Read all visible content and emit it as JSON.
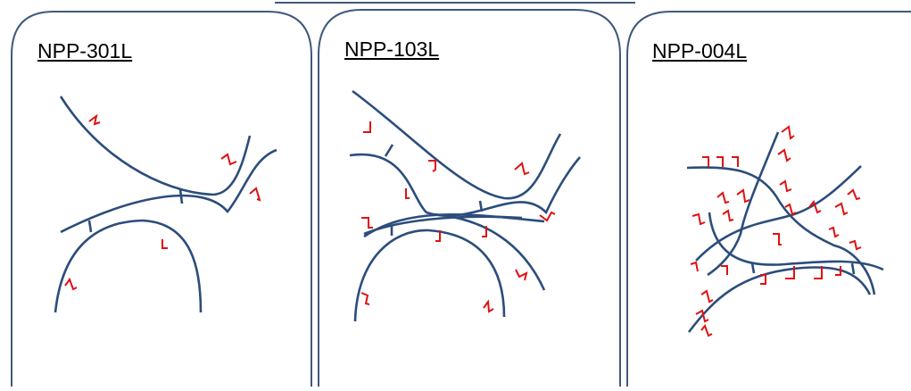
{
  "panels": [
    {
      "label": "NPP-301L"
    },
    {
      "label": "NPP-103L"
    },
    {
      "label": "NPP-004L"
    }
  ],
  "colors": {
    "frame": "#41587a",
    "fiber": "#2c4d7c",
    "branch": "#e01010",
    "background": "#ffffff"
  },
  "icons": {
    "branch_marker": "red-bracket-branch"
  }
}
